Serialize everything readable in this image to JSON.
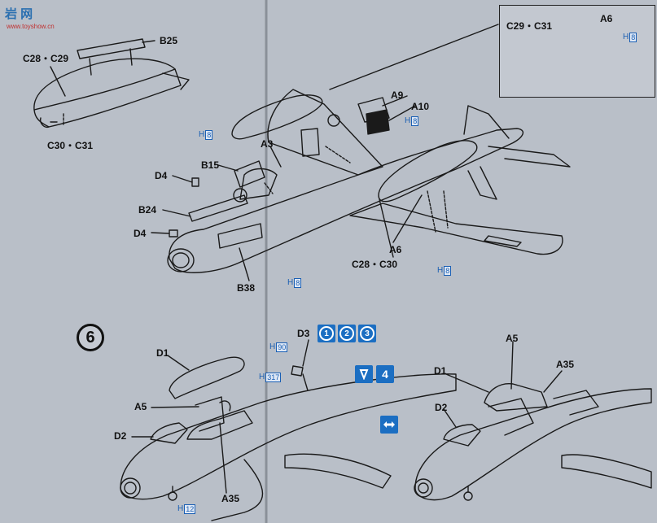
{
  "watermark": {
    "title": "岩 网",
    "url": "www.toyshow.cn"
  },
  "step6": {
    "number": "6"
  },
  "labels": {
    "b25": "B25",
    "c28c29": "C28・C29",
    "c30c31": "C30・C31",
    "c29c31": "C29・C31",
    "a6_inset": "A6",
    "a9": "A9",
    "a10": "A10",
    "a3": "A3",
    "b15": "B15",
    "d4_upper": "D4",
    "b24": "B24",
    "d4_lower": "D4",
    "b38": "B38",
    "a6_main": "A6",
    "c28c30": "C28・C30",
    "d3": "D3",
    "d1_left": "D1",
    "a5_left": "A5",
    "d2_left": "D2",
    "a35_left": "A35",
    "a5_right": "A5",
    "d1_right": "D1",
    "a35_right": "A35",
    "d2_right": "D2"
  },
  "refs": {
    "h8_inset": {
      "prefix": "H",
      "num": "8"
    },
    "h8_a10": {
      "prefix": "H",
      "num": "8"
    },
    "h8_b15": {
      "prefix": "H",
      "num": "8"
    },
    "h8_b38": {
      "prefix": "H",
      "num": "8"
    },
    "h8_a6": {
      "prefix": "H",
      "num": "8"
    },
    "h90": {
      "prefix": "H",
      "num": "90"
    },
    "h317": {
      "prefix": "H",
      "num": "317"
    },
    "h12": {
      "prefix": "H",
      "num": "12"
    }
  },
  "badges": [
    "1",
    "2",
    "3",
    "4"
  ],
  "colors": {
    "accent": "#1b6ec2",
    "ref_blue": "#1a5fb4",
    "line": "#1a1a1a"
  }
}
